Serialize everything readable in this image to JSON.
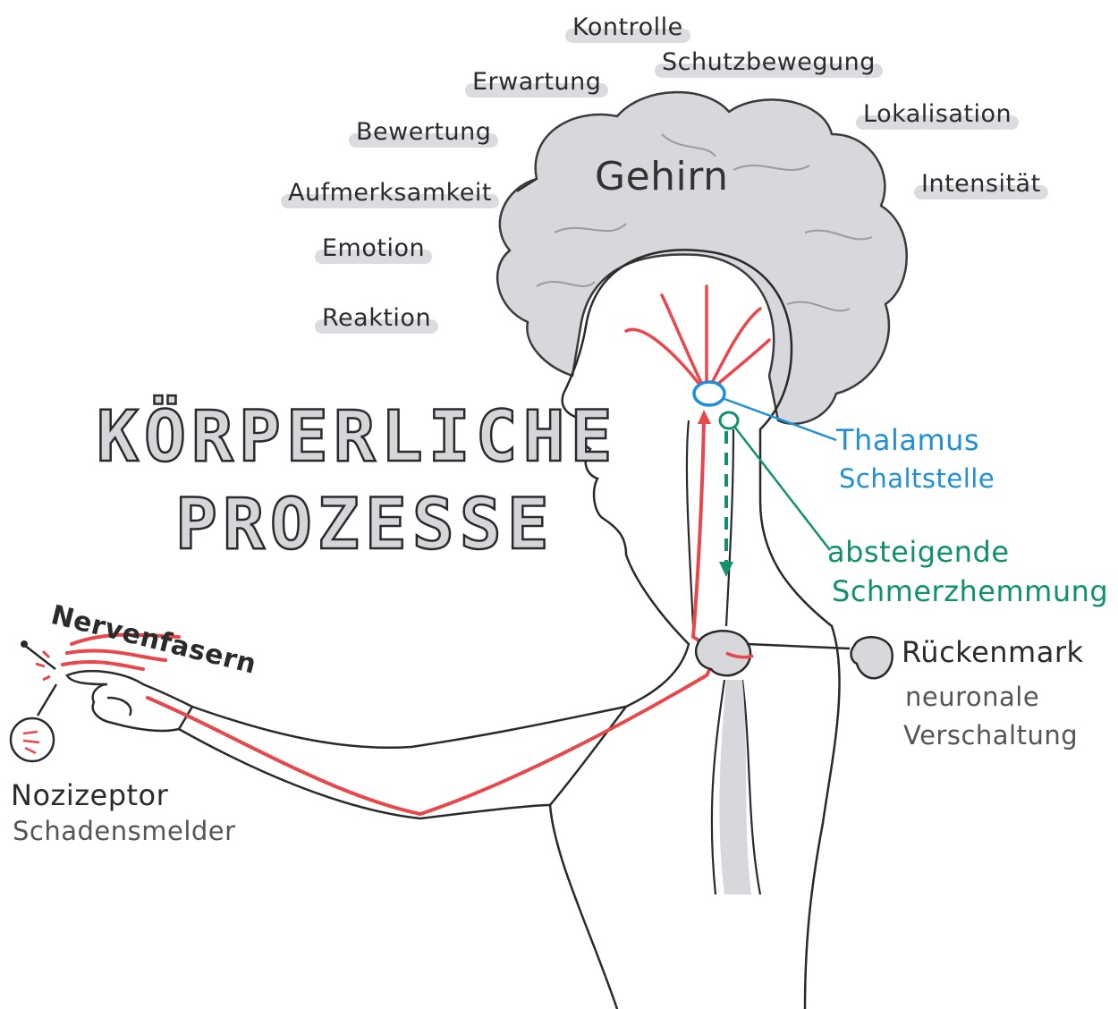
{
  "title": {
    "line1": "KÖRPERLICHE",
    "line2": "PROZESSE"
  },
  "brain_label": "Gehirn",
  "brain_factors": [
    "Kontrolle",
    "Schutzbewegung",
    "Erwartung",
    "Lokalisation",
    "Bewertung",
    "Aufmerksamkeit",
    "Intensität",
    "Emotion",
    "Reaktion"
  ],
  "labels": {
    "thalamus": {
      "name": "Thalamus",
      "desc": "Schaltstelle"
    },
    "descending": {
      "line1": "absteigende",
      "line2": "Schmerzhemmung"
    },
    "spinal_cord": {
      "name": "Rückenmark",
      "desc_line1": "neuronale",
      "desc_line2": "Verschaltung"
    },
    "nerve_fibers": "Nervenfasern",
    "nociceptor": {
      "name": "Nozizeptor",
      "desc": "Schadensmelder"
    }
  },
  "colors": {
    "outline": "#2a2a2a",
    "grey_fill": "#d8d8dc",
    "pain_signal": "#e8484c",
    "thalamus": "#1f8fd6",
    "descending": "#119070"
  }
}
